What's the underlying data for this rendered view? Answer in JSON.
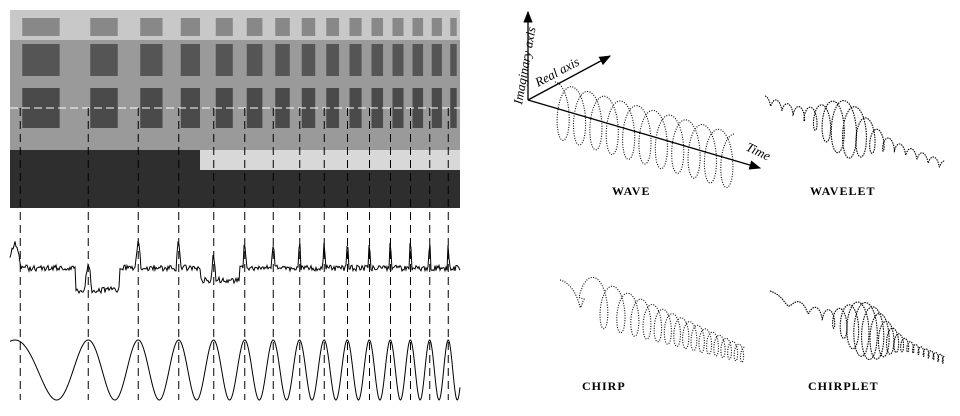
{
  "axes": {
    "imaginary": "Imaginary axis",
    "real": "Real axis",
    "time": "Time"
  },
  "labels": {
    "wave": "WAVE",
    "wavelet": "WAVELET",
    "chirp": "CHIRP",
    "chirplet": "CHIRPLET"
  },
  "colors": {
    "ink": "#000000",
    "photo_dark": "#3a3a3a",
    "photo_light": "#bdbdbd"
  }
}
